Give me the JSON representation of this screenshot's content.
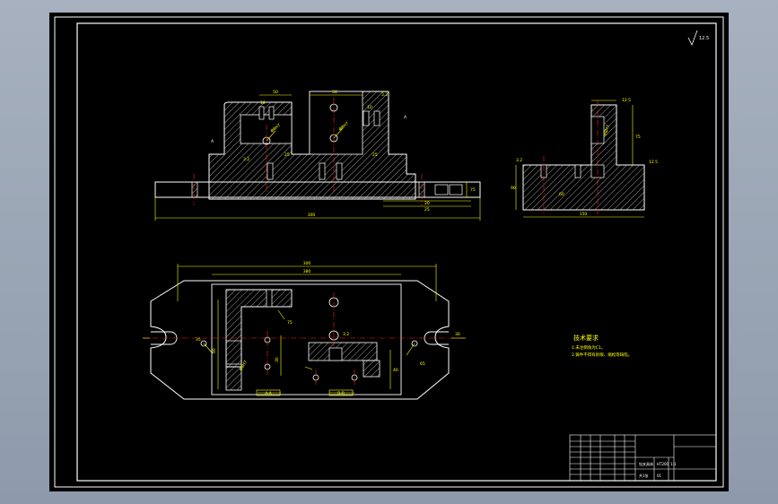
{
  "colors": {
    "frame": "#ffffff",
    "outline": "#ffffff",
    "dimension": "#ffff00",
    "centerline": "#ff2020",
    "hatch": "#ffffff",
    "background": "#000000",
    "canvas": "#9aa5b5"
  },
  "drawing": {
    "roughness_symbol": "12.5",
    "front_view": {
      "overall_width": "300",
      "dims": [
        "50",
        "50",
        "25",
        "25",
        "10",
        "10",
        "3.2",
        "3.2",
        "75",
        "20",
        "25",
        "A",
        "A"
      ],
      "angled": [
        "Φ8H7",
        "Φ8H7"
      ]
    },
    "side_view": {
      "dims": [
        "150",
        "90",
        "75",
        "60",
        "12.5",
        "3.2",
        "12.5"
      ],
      "angled": [
        "Φ8H7"
      ]
    },
    "top_view": {
      "dims": [
        "300",
        "380",
        "90",
        "30",
        "40",
        "65",
        "35",
        "30",
        "75",
        "3.2"
      ],
      "angled": [
        "Φ8H7"
      ],
      "sections": [
        "A-A",
        "B-B"
      ]
    }
  },
  "tech_requirements": {
    "title": "技术要求",
    "lines": [
      "1.未注倒角为C1。",
      "2.铸件不得有砂眼、缩松等缺陷。"
    ]
  },
  "title_block": {
    "part_label": "钻夹具体",
    "material": "HT200",
    "scale": "1:1",
    "sheet": "共1张",
    "number": "01"
  }
}
